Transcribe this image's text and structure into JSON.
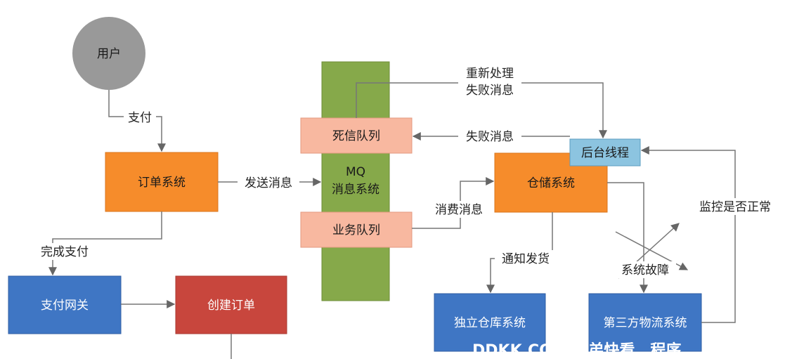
{
  "nodes": {
    "user": {
      "label": "用户",
      "color": "#999999"
    },
    "order_system": {
      "label": "订单系统",
      "color": "#f68c2b"
    },
    "mq": {
      "label_line1": "MQ",
      "label_line2": "消息系统",
      "color": "#86a94a"
    },
    "dead_letter_queue": {
      "label": "死信队列",
      "color": "#f8b8a0"
    },
    "business_queue": {
      "label": "业务队列",
      "color": "#f8b8a0"
    },
    "warehouse_system": {
      "label": "仓储系统",
      "color": "#f68c2b"
    },
    "background_thread": {
      "label": "后台线程",
      "color": "#8cc4e0"
    },
    "payment_gateway": {
      "label": "支付网关",
      "color": "#3f76c4"
    },
    "create_order": {
      "label": "创建订单",
      "color": "#c8463d"
    },
    "independent_warehouse": {
      "label": "独立仓库系统",
      "color": "#3f76c4"
    },
    "third_party_logistics": {
      "label": "第三方物流系统",
      "color": "#3f76c4"
    }
  },
  "edges": {
    "pay": "支付",
    "send_message": "发送消息",
    "complete_payment": "完成支付",
    "reprocess_line1": "重新处理",
    "reprocess_line2": "失败消息",
    "failed_message": "失败消息",
    "consume_message": "消费消息",
    "notify_shipping": "通知发货",
    "system_failure": "系统故障",
    "monitor_normal": "监控是否正常"
  },
  "watermark": "DDKK.COM 弟弟快看，程序"
}
